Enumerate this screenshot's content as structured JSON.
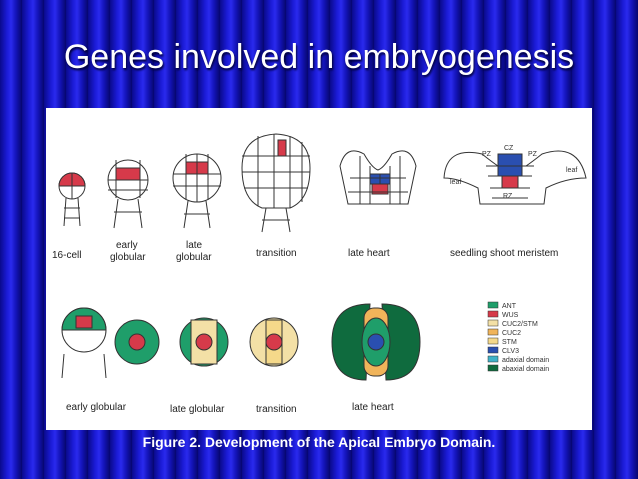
{
  "slide": {
    "title": "Genes involved in embryogenesis",
    "caption": "Figure 2. Development of the Apical Embryo Domain."
  },
  "figure": {
    "top_row_labels": {
      "cell16": "16-cell",
      "early_globular_1": "early",
      "early_globular_2": "globular",
      "late_globular_1": "late",
      "late_globular_2": "globular",
      "transition": "transition",
      "late_heart": "late heart",
      "seedling": "seedling shoot meristem"
    },
    "meristem_labels": {
      "pz_left": "PZ",
      "cz": "CZ",
      "pz_right": "PZ",
      "rz": "RZ",
      "leaf_left": "leaf",
      "leaf_right": "leaf"
    },
    "bottom_row_labels": {
      "early_globular": "early globular",
      "late_globular": "late globular",
      "transition": "transition",
      "late_heart": "late heart"
    },
    "legend": [
      {
        "label": "ANT",
        "color": "#1f9e6a"
      },
      {
        "label": "WUS",
        "color": "#d63a4a"
      },
      {
        "label": "CUC2/STM",
        "color": "#f3e0a6"
      },
      {
        "label": "CUC2",
        "color": "#f0b45a"
      },
      {
        "label": "STM",
        "color": "#f5d98a"
      },
      {
        "label": "CLV3",
        "color": "#2a4fb0"
      },
      {
        "label": "adaxial domain",
        "color": "#3fb2c8"
      },
      {
        "label": "abaxial domain",
        "color": "#0f6b3e"
      }
    ]
  }
}
